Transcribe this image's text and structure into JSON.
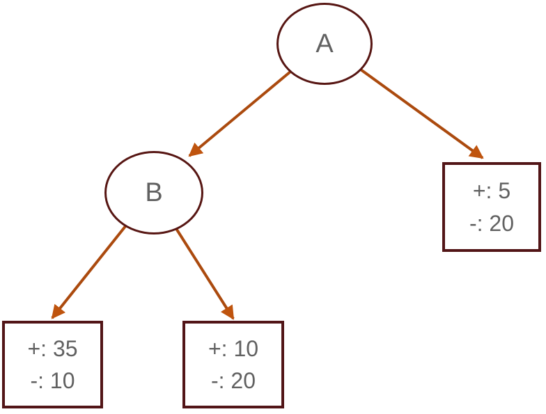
{
  "diagram": {
    "type": "decision-tree",
    "colors": {
      "background": "#ffffff",
      "node_border": "#571613",
      "arrow": "#ab4a0e",
      "arrowhead": "#bf540e",
      "text": "#616161"
    },
    "nodes": {
      "a": {
        "label": "A"
      },
      "b": {
        "label": "B"
      },
      "leaf_right": {
        "line1": "+: 5",
        "line2": "-: 20",
        "positive": 5,
        "negative": 20
      },
      "leaf_bottom_left": {
        "line1": "+: 35",
        "line2": "-: 10",
        "positive": 35,
        "negative": 10
      },
      "leaf_bottom_middle": {
        "line1": "+: 10",
        "line2": "-: 20",
        "positive": 10,
        "negative": 20
      }
    },
    "edges": [
      {
        "from": "A",
        "to": "B"
      },
      {
        "from": "A",
        "to": "leaf_right"
      },
      {
        "from": "B",
        "to": "leaf_bottom_left"
      },
      {
        "from": "B",
        "to": "leaf_bottom_middle"
      }
    ]
  }
}
